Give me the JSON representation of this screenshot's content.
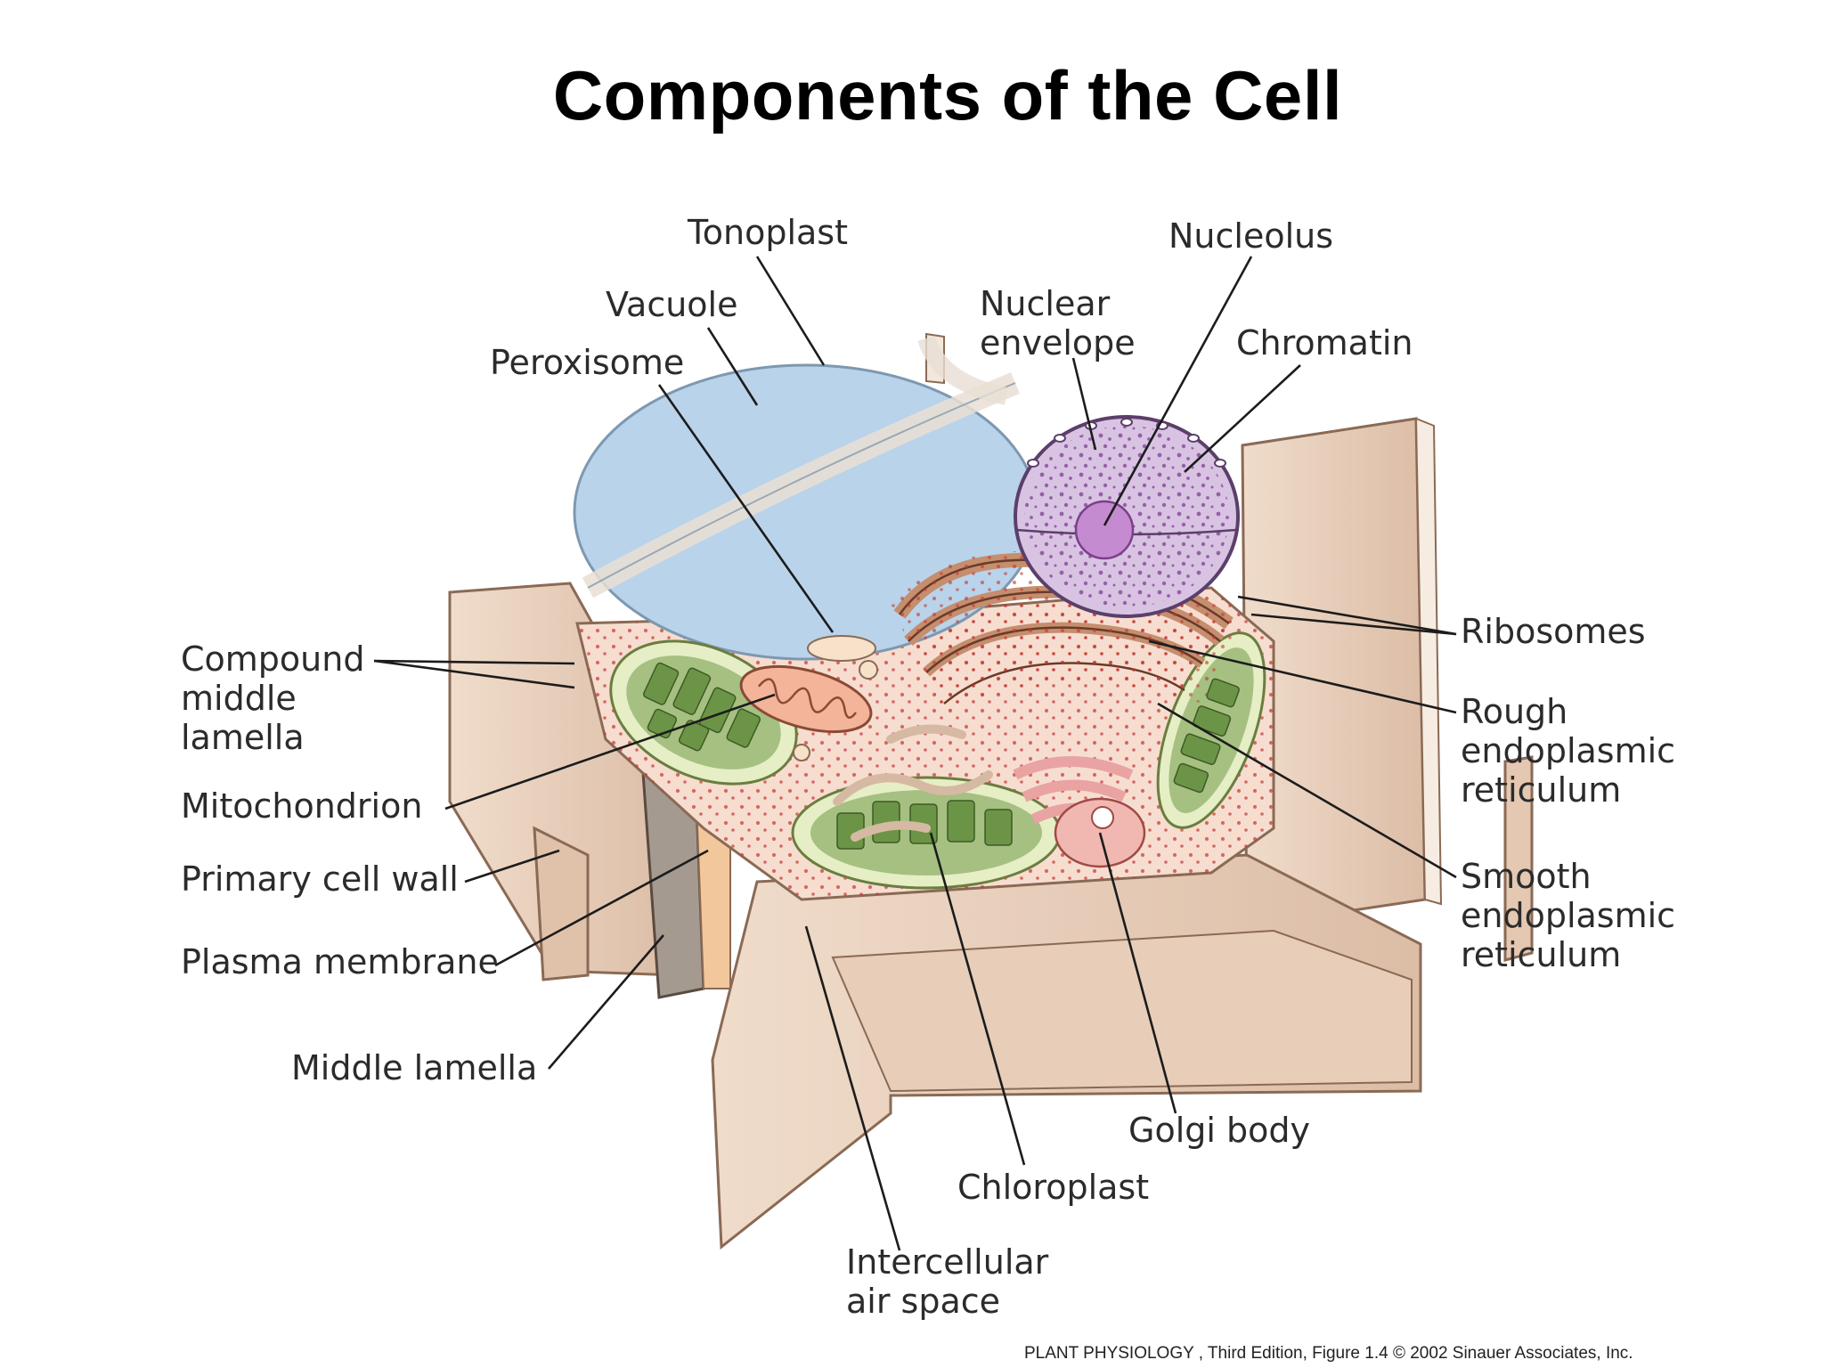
{
  "title": "Components of the Cell",
  "labels": {
    "tonoplast": "Tonoplast",
    "vacuole": "Vacuole",
    "peroxisome": "Peroxisome",
    "nucleolus": "Nucleolus",
    "nuclear_envelope": [
      "Nuclear",
      "envelope"
    ],
    "chromatin": "Chromatin",
    "ribosomes": "Ribosomes",
    "rough_er": [
      "Rough",
      "endoplasmic",
      "reticulum"
    ],
    "smooth_er": [
      "Smooth",
      "endoplasmic",
      "reticulum"
    ],
    "compound_middle_lamella": [
      "Compound",
      "middle",
      "lamella"
    ],
    "mitochondrion": "Mitochondrion",
    "primary_cell_wall": "Primary cell wall",
    "plasma_membrane": "Plasma membrane",
    "middle_lamella": "Middle lamella",
    "golgi_body": "Golgi body",
    "chloroplast": "Chloroplast",
    "intercellular_air_space": [
      "Intercellular",
      "air space"
    ]
  },
  "credit": "PLANT PHYSIOLOGY , Third Edition, Figure 1.4  © 2002 Sinauer Associates, Inc.",
  "colors": {
    "vacuole": "#b9d3ea",
    "cell_wall": "#ecd4c1",
    "cytoplasm": "#f6ddd0",
    "chloroplast": "#8fb06a",
    "nucleus": "#c9a6d6",
    "er": "#c58e6e",
    "golgi": "#e9a3a3"
  }
}
